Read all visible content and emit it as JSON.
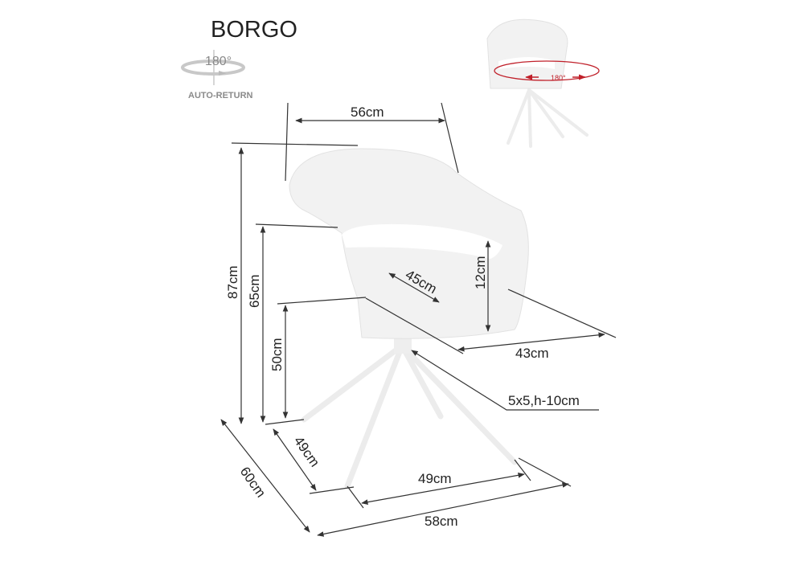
{
  "title": "BORGO",
  "rotation_badge": {
    "angle": "180°",
    "caption": "AUTO-RETURN",
    "icon": "rotation-arrow-icon"
  },
  "preview": {
    "angle": "180°",
    "accent_color": "#c0202a"
  },
  "dimensions": {
    "width_top": "56cm",
    "total_height": "87cm",
    "armrest_height": "65cm",
    "seat_height": "50cm",
    "armrest_gap": "12cm",
    "seat_depth": "45cm",
    "seat_width": "43cm",
    "leg_profile": "5x5,h-10cm",
    "base_depth": "49cm",
    "total_depth": "60cm",
    "base_width": "49cm",
    "total_width": "58cm"
  }
}
